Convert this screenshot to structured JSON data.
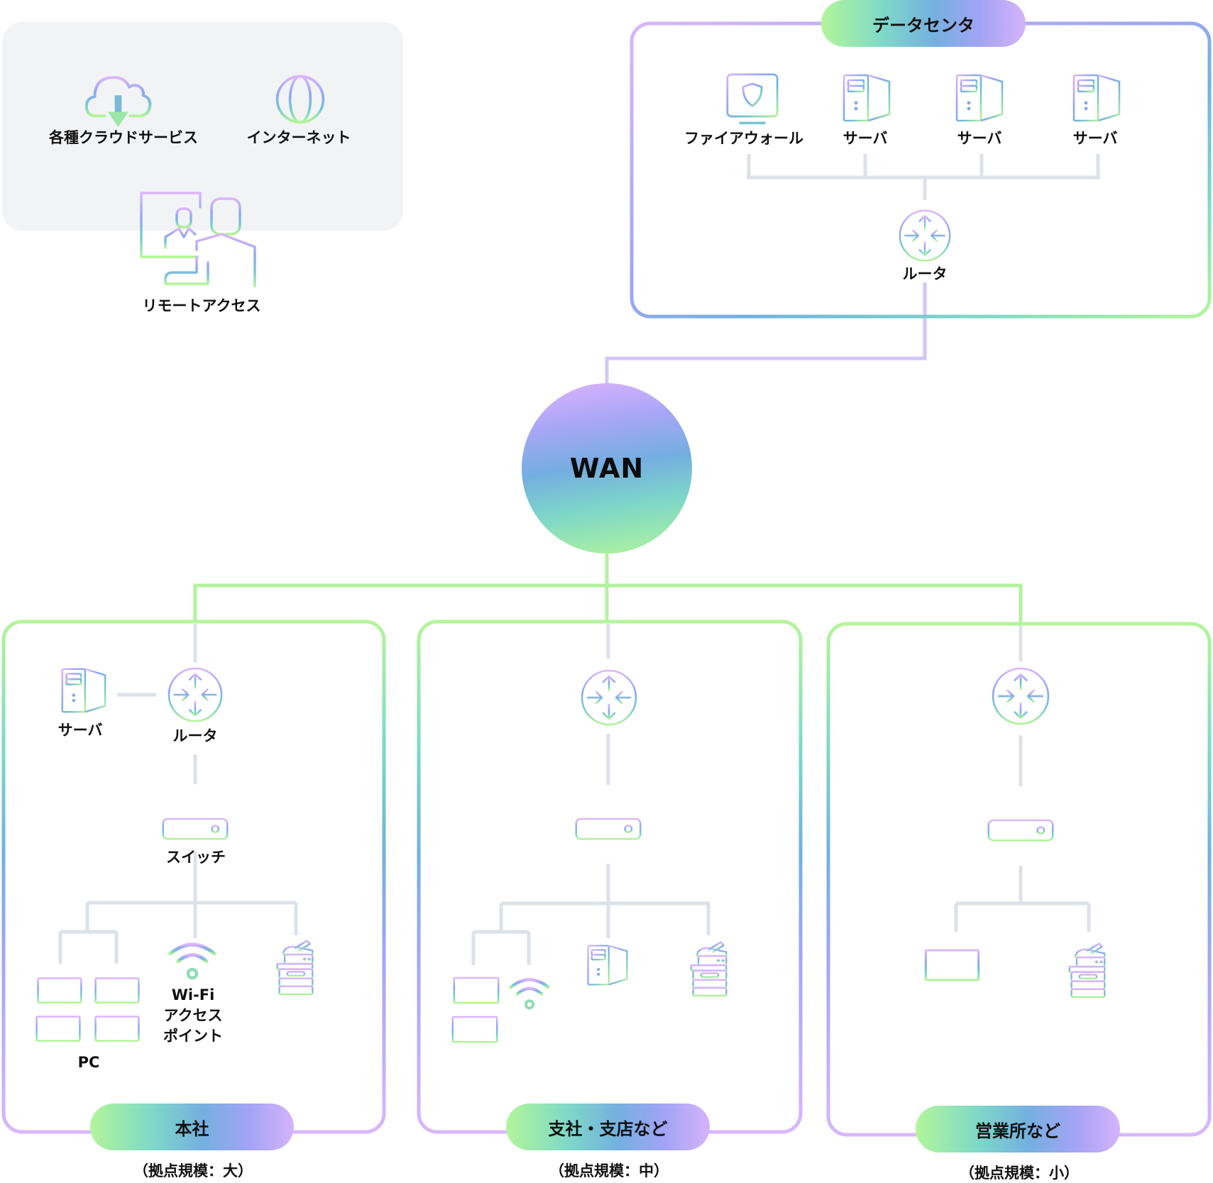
{
  "colors": {
    "gradient_green": "#b3f59a",
    "gradient_teal": "#7fd9c7",
    "gradient_blue": "#74b0e0",
    "gradient_indigo": "#a3a3f5",
    "gradient_purple": "#d5b3fb",
    "link_gray": "#dde1e9",
    "panel_bg": "#f2f3f5",
    "wan_link_green": "#b2f39e",
    "dc_link_purple": "#d2c6f8"
  },
  "external": {
    "items": [
      {
        "label": "各種クラウドサービス",
        "icon": "cloud-download-icon"
      },
      {
        "label": "インターネット",
        "icon": "globe-icon"
      },
      {
        "label": "リモートアクセス",
        "icon": "remote-access-icon"
      }
    ]
  },
  "datacenter": {
    "title": "データセンタ",
    "devices": [
      {
        "label": "ファイアウォール",
        "icon": "firewall-icon"
      },
      {
        "label": "サーバ",
        "icon": "server-icon"
      },
      {
        "label": "サーバ",
        "icon": "server-icon"
      },
      {
        "label": "サーバ",
        "icon": "server-icon"
      }
    ],
    "router_label": "ルータ"
  },
  "wan": {
    "label": "WAN"
  },
  "sites": [
    {
      "title": "本社",
      "scale": "（拠点規模：大）",
      "server_label": "サーバ",
      "router_label": "ルータ",
      "switch_label": "スイッチ",
      "pc_label": "PC",
      "pc_count": 4,
      "wifi_label": "Wi-Fi アクセス ポイント",
      "wifi_lines": [
        "Wi-Fi",
        "アクセス",
        "ポイント"
      ]
    },
    {
      "title": "支社・支店など",
      "scale": "（拠点規模：中）",
      "pc_count": 2
    },
    {
      "title": "営業所など",
      "scale": "（拠点規模：小）",
      "pc_count": 1
    }
  ]
}
